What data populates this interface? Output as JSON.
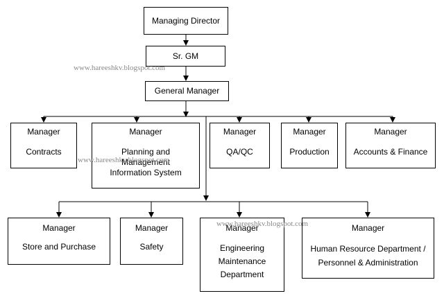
{
  "watermarks": [
    "www.hareeshkv.blogspot.com",
    "www.hareeshkv.blogspot.com",
    "www.hareeshkv.blogspot.com"
  ],
  "chain": [
    "Managing Director",
    "Sr. GM",
    "General Manager"
  ],
  "row1": [
    {
      "title": "Manager",
      "dept": "Contracts"
    },
    {
      "title": "Manager",
      "dept": "Planning and Management Information System"
    },
    {
      "title": "Manager",
      "dept": "QA/QC"
    },
    {
      "title": "Manager",
      "dept": "Production"
    },
    {
      "title": "Manager",
      "dept": "Accounts & Finance"
    }
  ],
  "row2": [
    {
      "title": "Manager",
      "dept": "Store and Purchase"
    },
    {
      "title": "Manager",
      "dept": "Safety"
    },
    {
      "title": "Manager",
      "dept": "Engineering Maintenance Department"
    },
    {
      "title": "Manager",
      "dept": "Human Resource Department / Personnel & Administration"
    }
  ]
}
